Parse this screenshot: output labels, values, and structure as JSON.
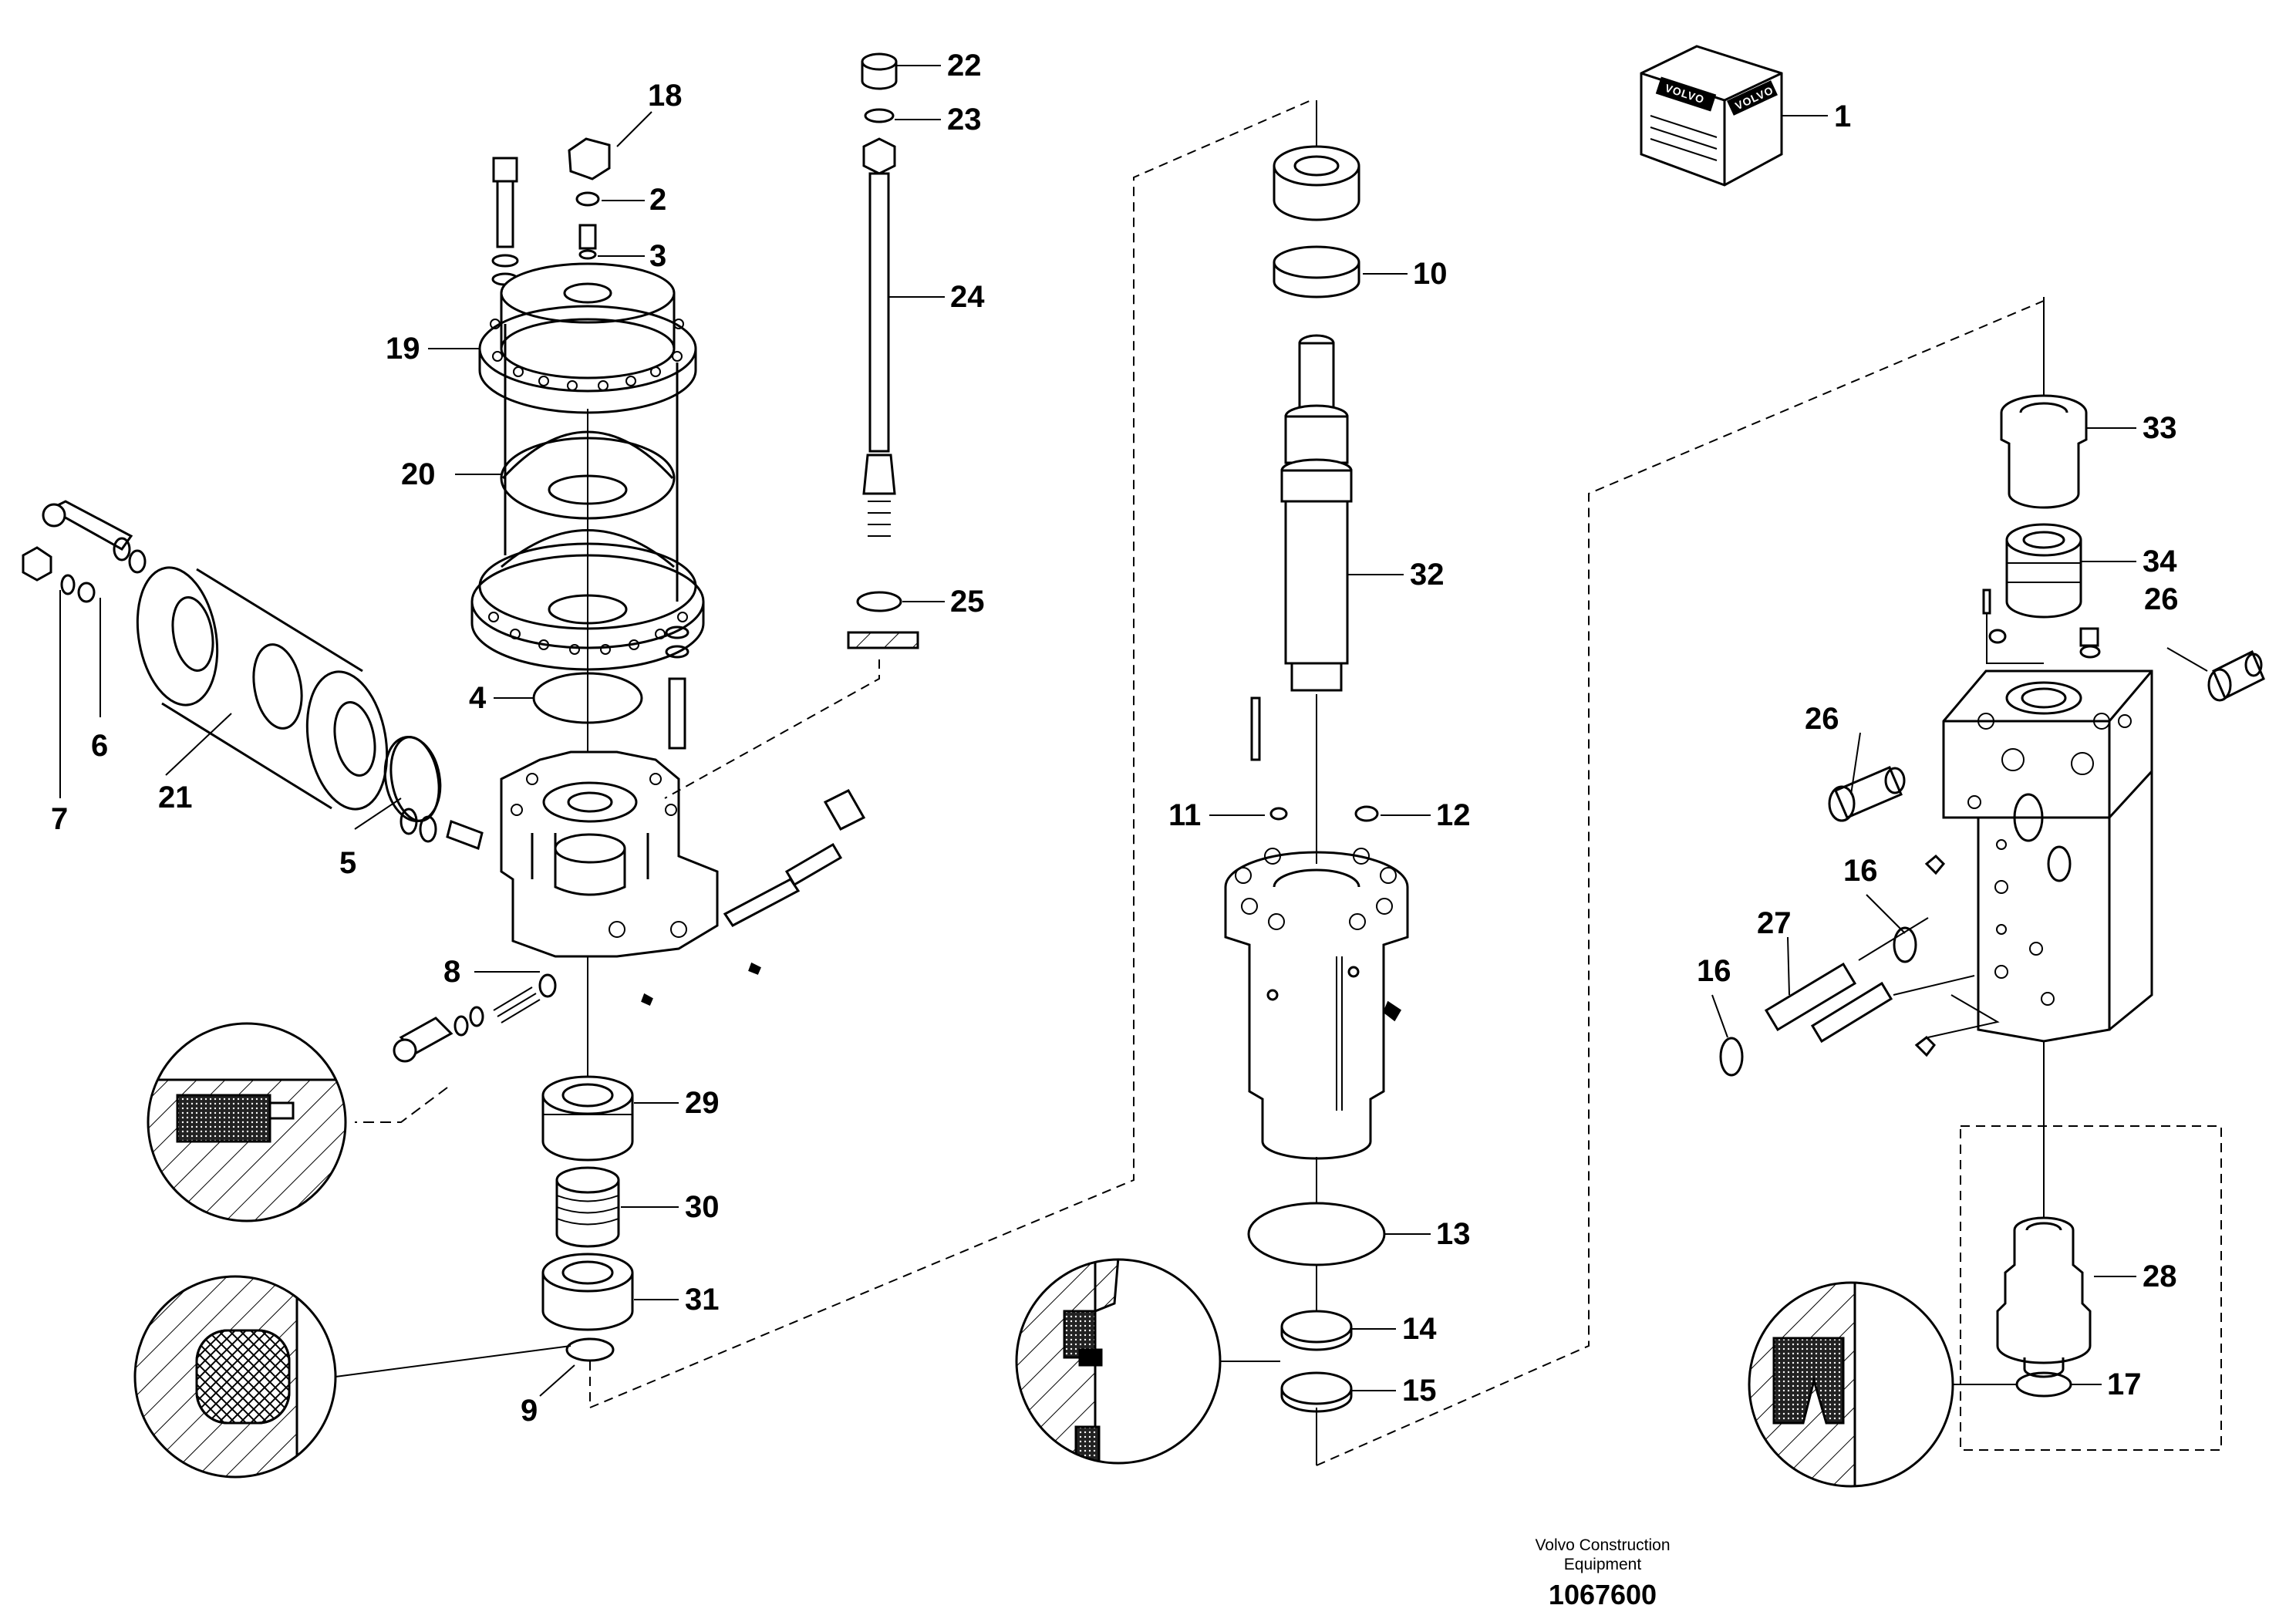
{
  "callouts": {
    "c1": "1",
    "c2": "2",
    "c3": "3",
    "c4": "4",
    "c5": "5",
    "c6": "6",
    "c7": "7",
    "c8": "8",
    "c9": "9",
    "c10": "10",
    "c11": "11",
    "c12": "12",
    "c13": "13",
    "c14": "14",
    "c15": "15",
    "c16a": "16",
    "c16b": "16",
    "c17": "17",
    "c18": "18",
    "c19": "19",
    "c20": "20",
    "c21": "21",
    "c22": "22",
    "c23": "23",
    "c24": "24",
    "c25": "25",
    "c26a": "26",
    "c26b": "26",
    "c27": "27",
    "c28": "28",
    "c29": "29",
    "c30": "30",
    "c31": "31",
    "c32": "32",
    "c33": "33",
    "c34": "34"
  },
  "kit_box": {
    "brand_a": "VOLVO",
    "brand_b": "VOLVO"
  },
  "footer": {
    "line1": "Volvo Construction",
    "line2": "Equipment",
    "doc_number": "1067600"
  }
}
